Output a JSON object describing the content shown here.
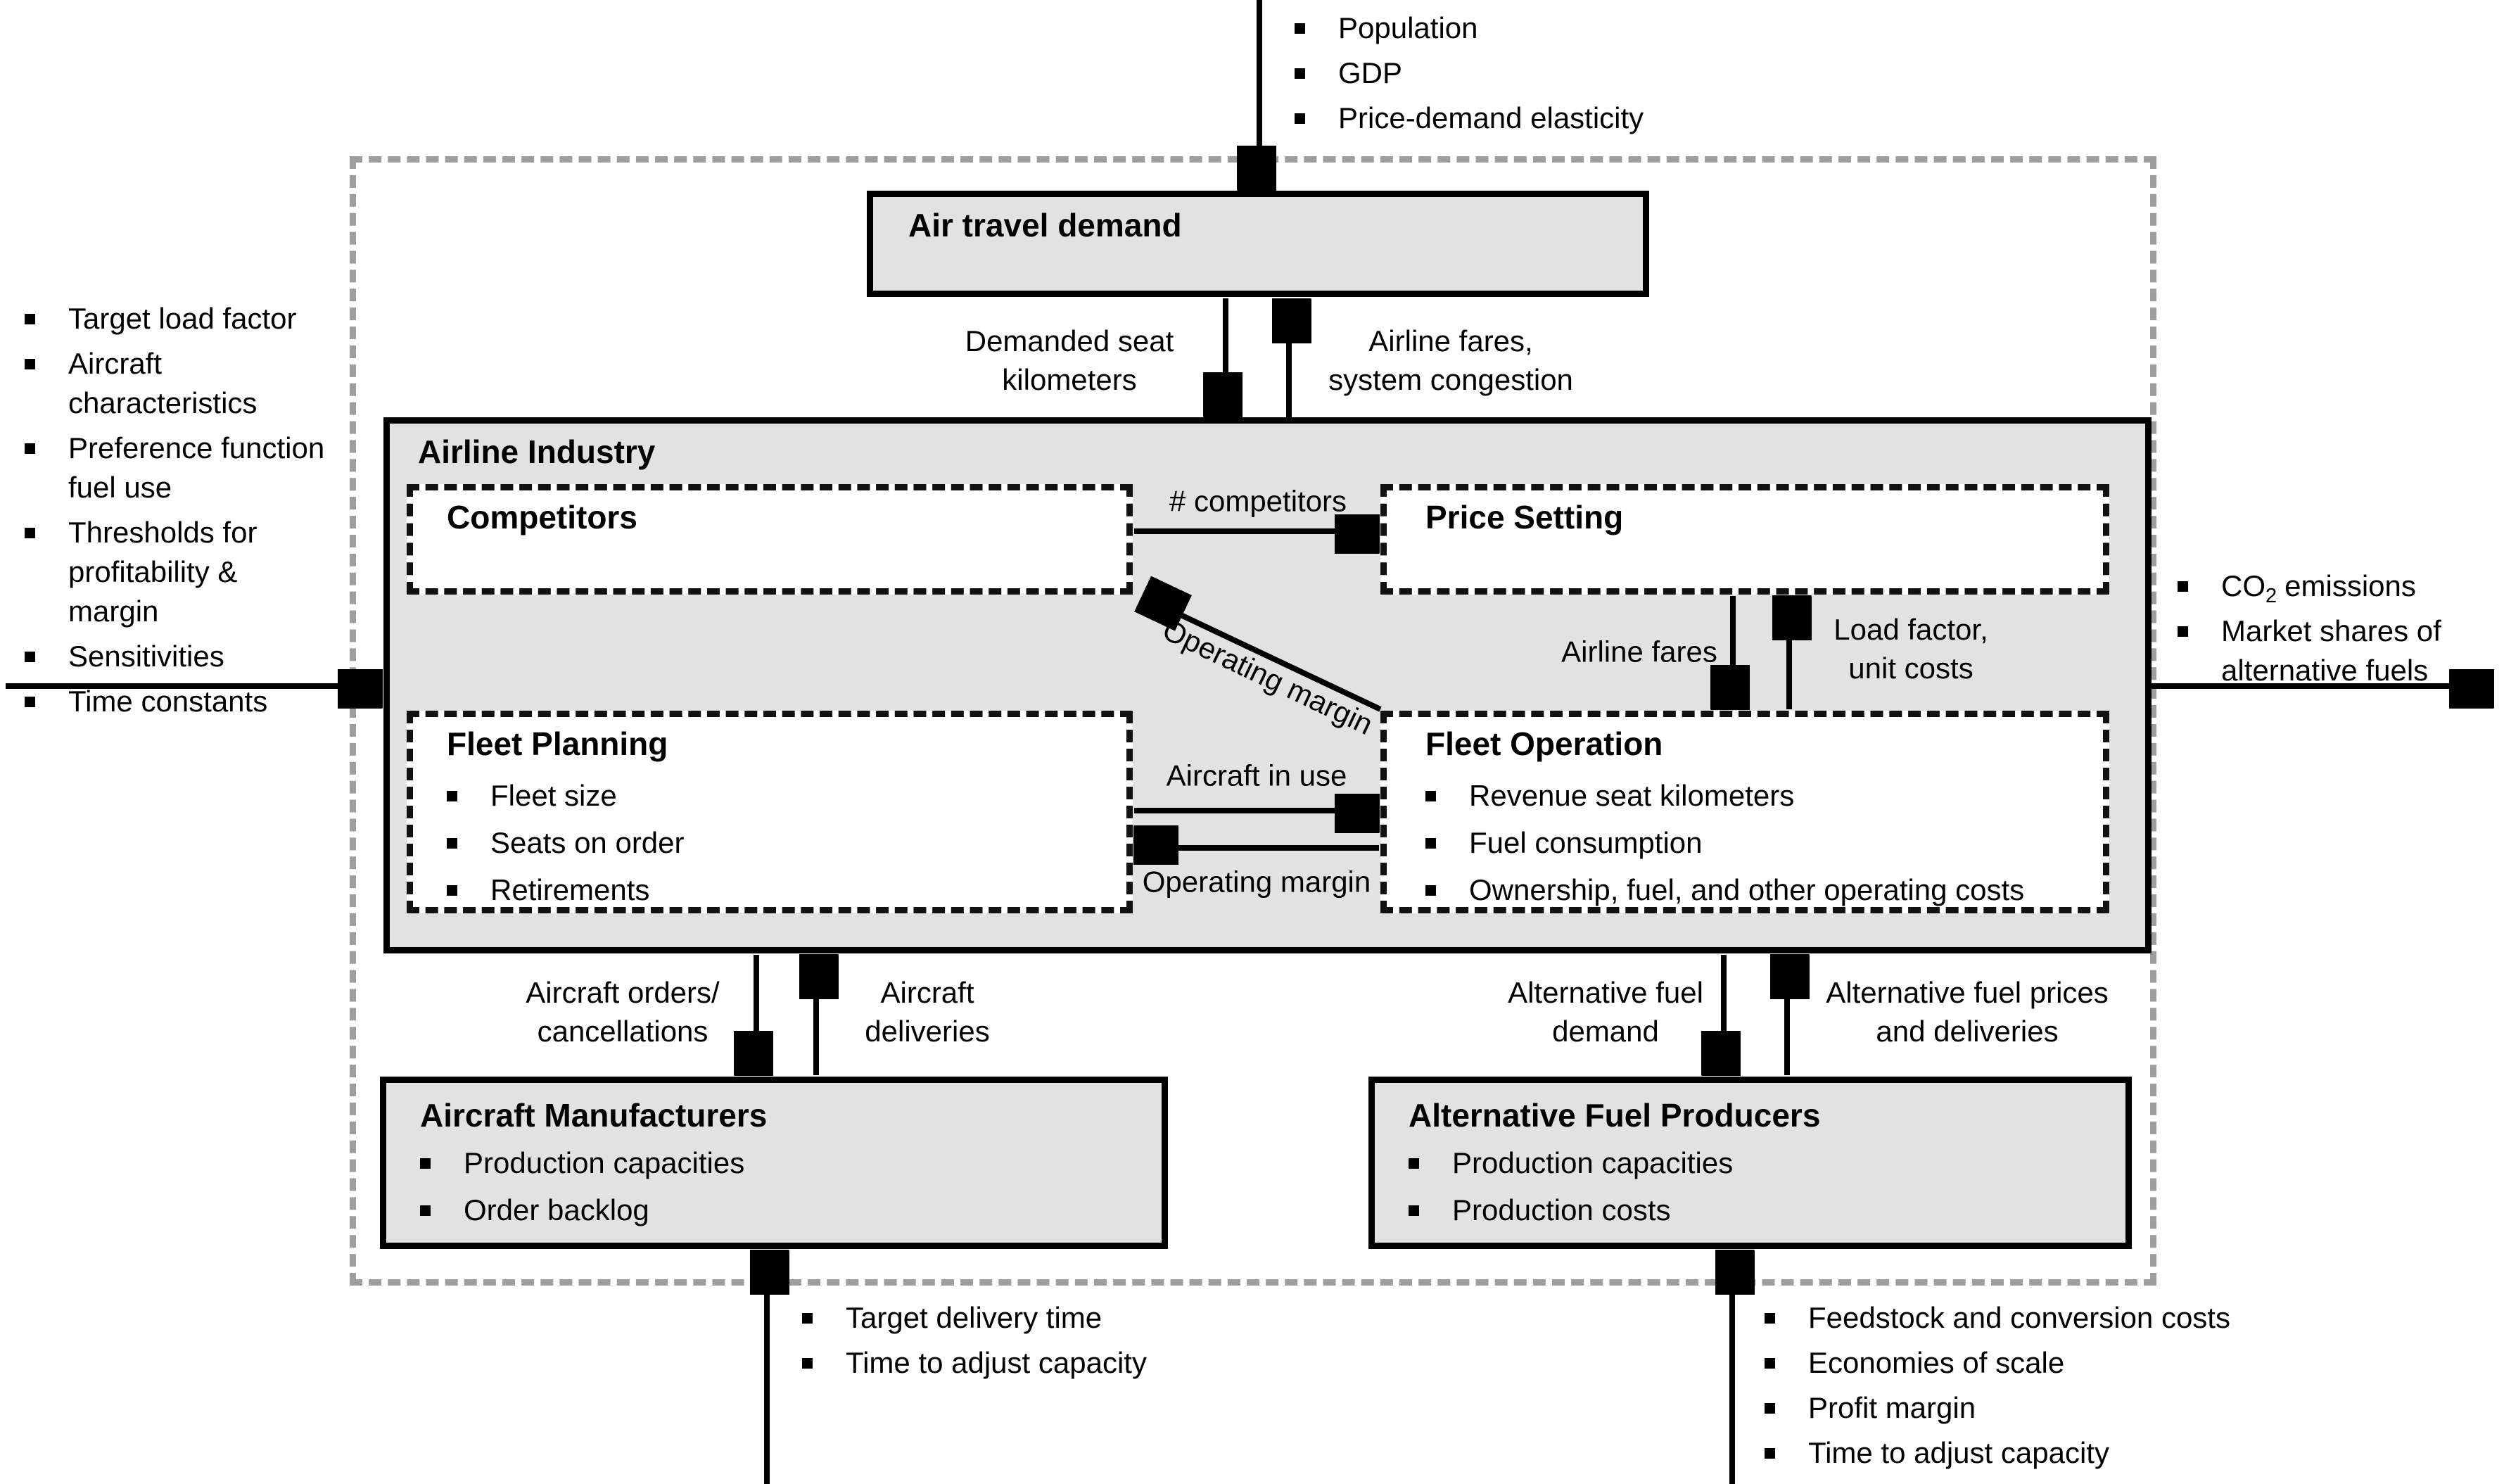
{
  "colors": {
    "box_fill": "#e2e2e2",
    "inner_box_fill": "#ffffff",
    "line": "#000000",
    "model_boundary_dash": "#9e9e9e"
  },
  "external": {
    "top_inputs": [
      "Population",
      "GDP",
      "Price-demand elasticity"
    ],
    "left_inputs": [
      "Target load factor",
      "Aircraft characteristics",
      "Preference function fuel use",
      "Thresholds for profitability & margin",
      "Sensitivities",
      "Time constants"
    ],
    "right_outputs": {
      "co2_pre": "CO",
      "co2_sub": "2",
      "co2_post": "emissions",
      "market_shares": "Market shares of alternative fuels"
    },
    "bottom_left_inputs": [
      "Target delivery time",
      "Time to adjust capacity"
    ],
    "bottom_right_inputs": [
      "Feedstock and conversion costs",
      "Economies of scale",
      "Profit margin",
      "Time to adjust capacity"
    ]
  },
  "boxes": {
    "air_travel_demand": {
      "title": "Air travel demand"
    },
    "airline_industry": {
      "title": "Airline Industry"
    },
    "competitors": {
      "title": "Competitors"
    },
    "price_setting": {
      "title": "Price Setting"
    },
    "fleet_planning": {
      "title": "Fleet Planning",
      "items": [
        "Fleet size",
        "Seats on order",
        "Retirements"
      ]
    },
    "fleet_operation": {
      "title": "Fleet Operation",
      "items": [
        "Revenue seat kilometers",
        "Fuel consumption",
        "Ownership, fuel, and other operating costs"
      ]
    },
    "aircraft_manufacturers": {
      "title": "Aircraft Manufacturers",
      "items": [
        "Production capacities",
        "Order backlog"
      ]
    },
    "alternative_fuel_producers": {
      "title": "Alternative Fuel Producers",
      "items": [
        "Production capacities",
        "Production costs"
      ]
    }
  },
  "flow_labels": {
    "demanded_seat_km": {
      "lines": [
        "Demanded seat",
        "kilometers"
      ]
    },
    "airline_fares_congestion": {
      "lines": [
        "Airline fares,",
        "system congestion"
      ]
    },
    "num_competitors": {
      "text": "# competitors"
    },
    "operating_margin_diag": {
      "text": "Operating margin"
    },
    "airline_fares": {
      "text": "Airline fares"
    },
    "load_factor_unit_costs": {
      "lines": [
        "Load factor,",
        "unit costs"
      ]
    },
    "aircraft_in_use": {
      "text": "Aircraft in use"
    },
    "operating_margin": {
      "text": "Operating margin"
    },
    "aircraft_orders": {
      "lines": [
        "Aircraft orders/",
        "cancellations"
      ]
    },
    "aircraft_deliveries": {
      "lines": [
        "Aircraft",
        "deliveries"
      ]
    },
    "alt_fuel_demand": {
      "lines": [
        "Alternative fuel",
        "demand"
      ]
    },
    "alt_fuel_prices": {
      "lines": [
        "Alternative fuel prices",
        "and deliveries"
      ]
    }
  }
}
